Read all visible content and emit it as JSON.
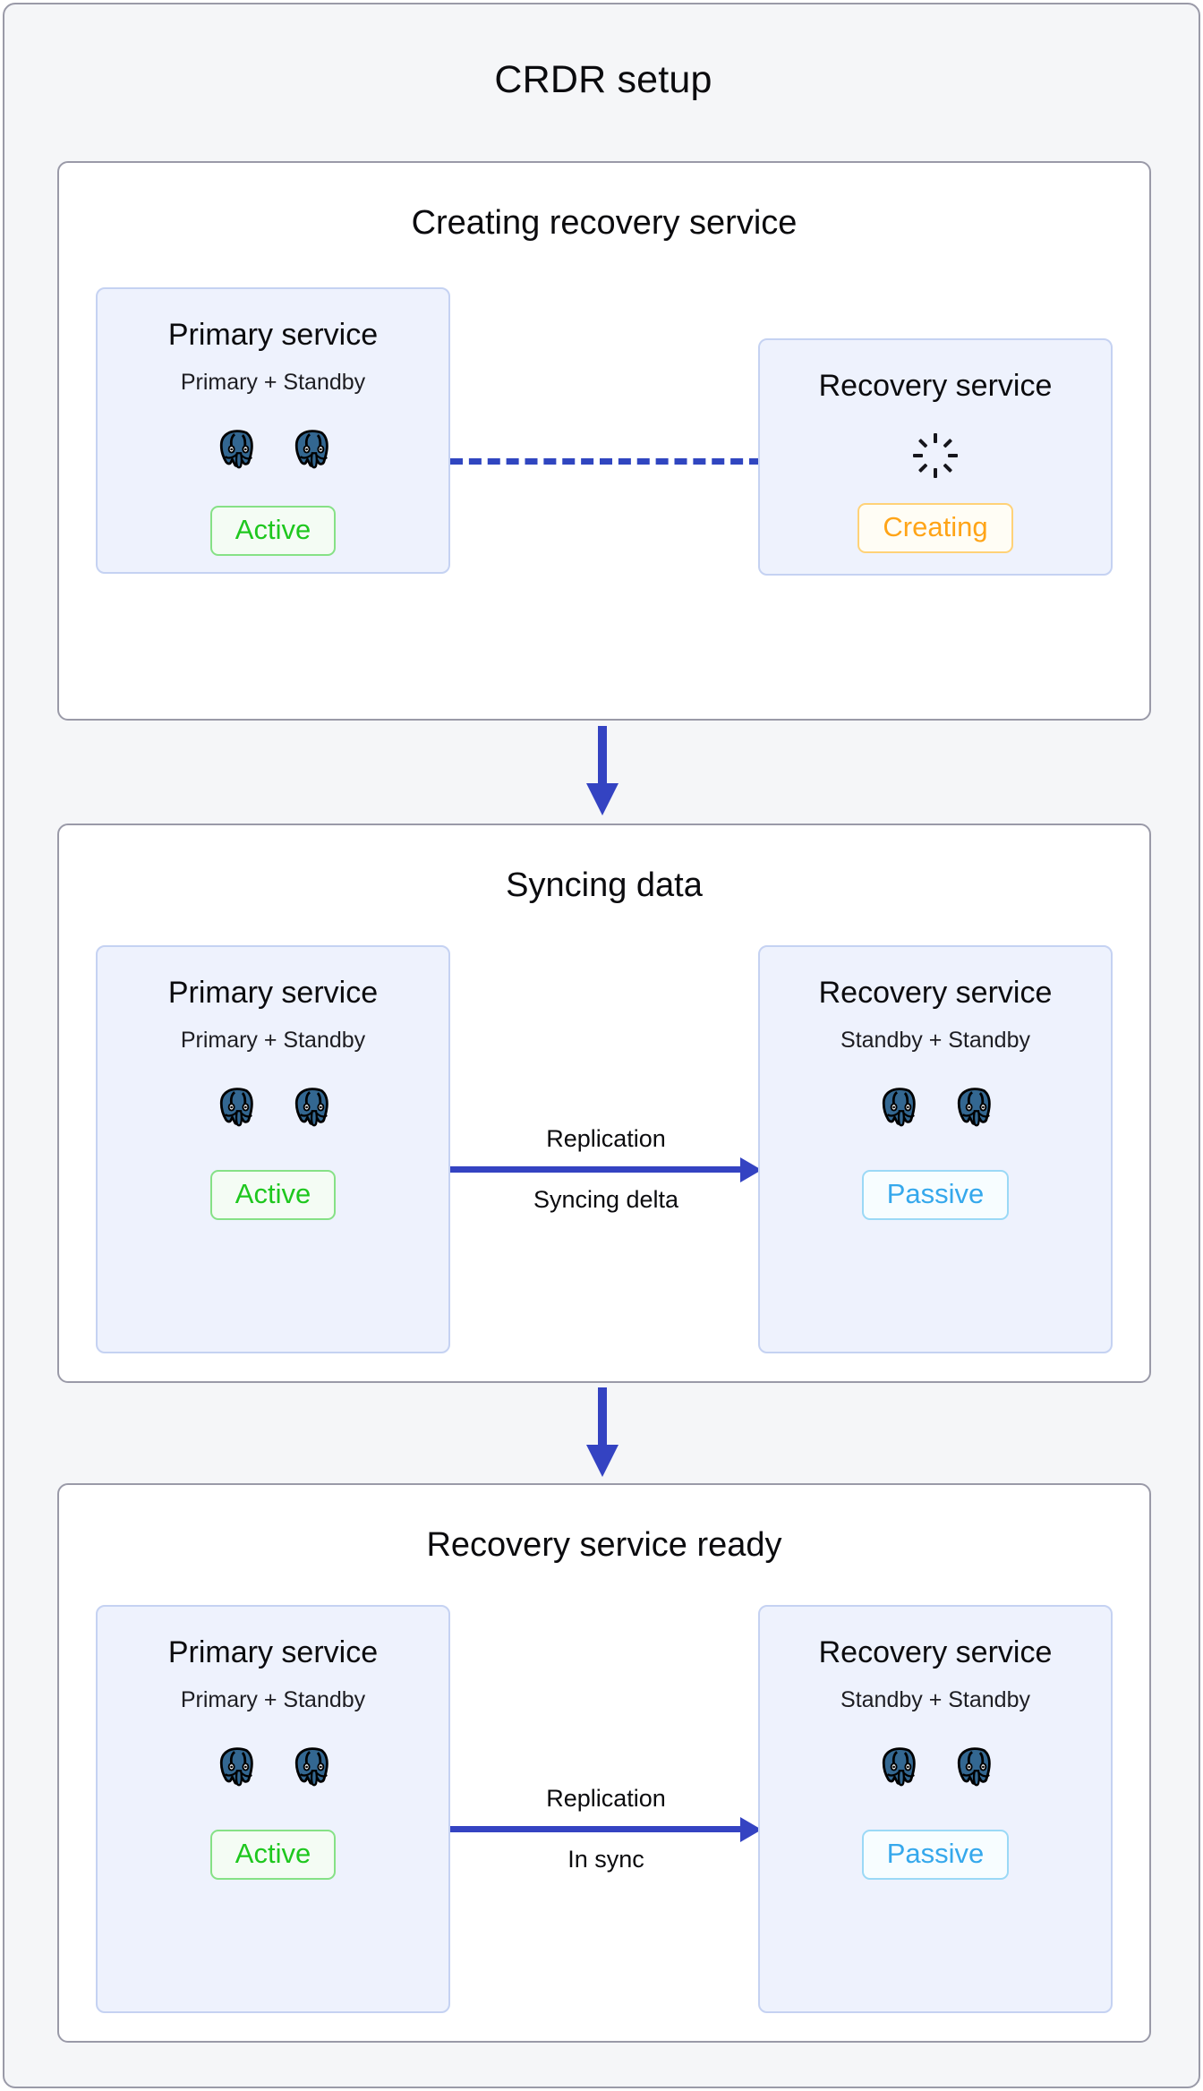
{
  "title": "CRDR setup",
  "colors": {
    "page_background": "#f5f6f8",
    "frame_border": "#9a9aa8",
    "card_background": "#eef2fd",
    "card_border": "#c5d2f2",
    "arrow_blue": "#3443c2",
    "active_green": "#1ec71e",
    "passive_blue": "#35a8ec",
    "creating_orange": "#ffa417",
    "postgres_blue": "#336791"
  },
  "stages": [
    {
      "title": "Creating recovery service",
      "primary": {
        "title": "Primary service",
        "subtitle": "Primary + Standby",
        "nodes": [
          "postgres-elephant-icon",
          "postgres-elephant-icon"
        ],
        "badge": "Active",
        "badge_state": "active"
      },
      "recovery": {
        "title": "Recovery service",
        "subtitle": "",
        "nodes": [],
        "spinner": "loading-spinner-icon",
        "badge": "Creating",
        "badge_state": "creating"
      },
      "connector": {
        "style": "dashed",
        "label_top": "",
        "label_bottom": ""
      }
    },
    {
      "title": "Syncing data",
      "primary": {
        "title": "Primary service",
        "subtitle": "Primary + Standby",
        "nodes": [
          "postgres-elephant-icon",
          "postgres-elephant-icon"
        ],
        "badge": "Active",
        "badge_state": "active"
      },
      "recovery": {
        "title": "Recovery service",
        "subtitle": "Standby + Standby",
        "nodes": [
          "postgres-elephant-icon",
          "postgres-elephant-icon"
        ],
        "badge": "Passive",
        "badge_state": "passive"
      },
      "connector": {
        "style": "arrow",
        "label_top": "Replication",
        "label_bottom": "Syncing delta"
      }
    },
    {
      "title": "Recovery service ready",
      "primary": {
        "title": "Primary service",
        "subtitle": "Primary + Standby",
        "nodes": [
          "postgres-elephant-icon",
          "postgres-elephant-icon"
        ],
        "badge": "Active",
        "badge_state": "active"
      },
      "recovery": {
        "title": "Recovery service",
        "subtitle": "Standby + Standby",
        "nodes": [
          "postgres-elephant-icon",
          "postgres-elephant-icon"
        ],
        "badge": "Passive",
        "badge_state": "passive"
      },
      "connector": {
        "style": "arrow",
        "label_top": "Replication",
        "label_bottom": "In sync"
      }
    }
  ],
  "flow_arrows": [
    "down-arrow-icon",
    "down-arrow-icon"
  ]
}
